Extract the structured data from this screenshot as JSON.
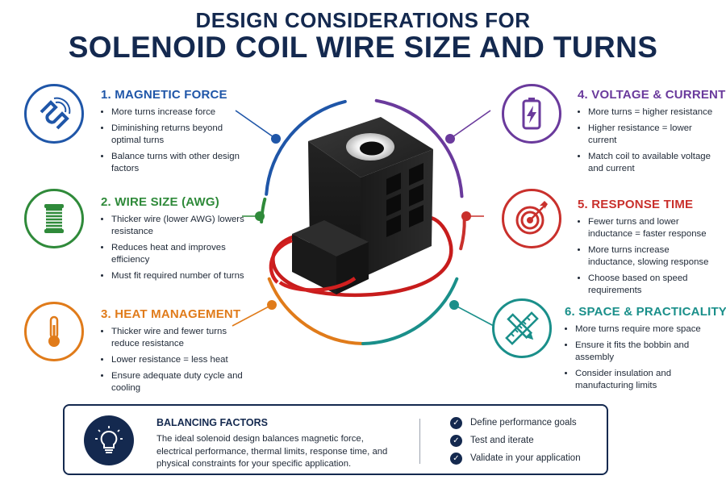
{
  "title": {
    "line1": "DESIGN CONSIDERATIONS FOR",
    "line2": "SOLENOID COIL WIRE SIZE AND TURNS"
  },
  "sections": [
    {
      "heading": "1. MAGNETIC FORCE",
      "color": "#1f56a8",
      "icon": "magnet-icon",
      "bullets": [
        "More turns increase force",
        "Diminishing returns beyond optimal turns",
        "Balance turns with other design factors"
      ]
    },
    {
      "heading": "2. WIRE SIZE (AWG)",
      "color": "#2f8a3a",
      "icon": "wire-spool-icon",
      "bullets": [
        "Thicker wire (lower AWG) lowers resistance",
        "Reduces heat and improves efficiency",
        "Must fit required number of turns"
      ]
    },
    {
      "heading": "3. HEAT MANAGEMENT",
      "color": "#e07b1a",
      "icon": "thermometer-icon",
      "bullets": [
        "Thicker wire and fewer turns reduce resistance",
        "Lower resistance = less heat",
        "Ensure adequate duty cycle and cooling"
      ]
    },
    {
      "heading": "4. VOLTAGE & CURRENT",
      "color": "#6a3a9c",
      "icon": "battery-icon",
      "bullets": [
        "More turns = higher resistance",
        "Higher resistance = lower current",
        "Match coil to available voltage and current"
      ]
    },
    {
      "heading": "5. RESPONSE TIME",
      "color": "#c9302c",
      "icon": "target-icon",
      "bullets": [
        "Fewer turns and lower inductance = faster response",
        "More turns increase inductance, slowing response",
        "Choose based on speed requirements"
      ]
    },
    {
      "heading": "6. SPACE & PRACTICALITY",
      "color": "#1a8f8a",
      "icon": "ruler-pencil-icon",
      "bullets": [
        "More turns require more space",
        "Ensure it fits the bobbin and assembly",
        "Consider insulation and manufacturing limits"
      ]
    }
  ],
  "balancing": {
    "title": "BALANCING FACTORS",
    "text": "The ideal solenoid design balances magnetic force, electrical performance, thermal limits, response time, and physical constraints for your specific application.",
    "icon": "lightbulb-icon",
    "checklist": [
      "Define performance goals",
      "Test and iterate",
      "Validate in your application"
    ]
  },
  "colors": {
    "navy": "#14294f"
  }
}
